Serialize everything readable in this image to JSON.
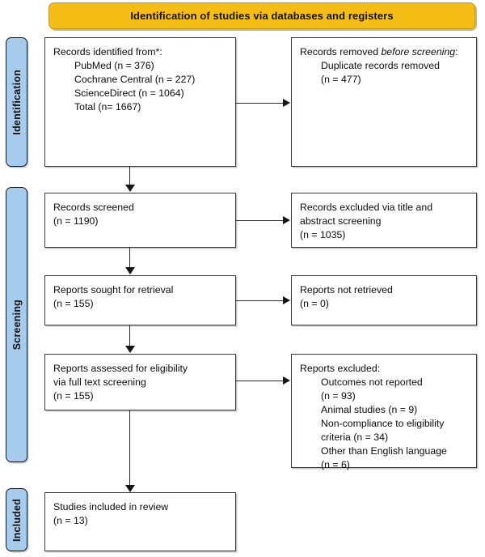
{
  "banner": {
    "title": "Identification of studies via databases and registers",
    "color": "#F5BE17"
  },
  "stages": [
    {
      "id": "identification",
      "label": "Identification",
      "color": "#A7CBEC"
    },
    {
      "id": "screening",
      "label": "Screening",
      "color": "#A7CBEC"
    },
    {
      "id": "included",
      "label": "Included",
      "color": "#A7CBEC"
    }
  ],
  "boxes": {
    "records_identified": {
      "lines": [
        "Records identified from*:",
        "PubMed (n = 376)",
        "Cochrane Central (n = 227)",
        "ScienceDirect (n = 1064)",
        "Total (n= 1667)"
      ],
      "heading": "Records identified from*:",
      "sources": [
        "PubMed (n = 376)",
        "Cochrane Central (n = 227)",
        "ScienceDirect (n = 1064)",
        "Total (n= 1667)"
      ]
    },
    "records_removed": {
      "heading_plain": "Records removed ",
      "heading_italic": "before screening",
      "heading_tail": ":",
      "items": [
        "Duplicate records removed",
        "(n = 477)"
      ]
    },
    "records_screened": {
      "lines": [
        "Records screened",
        "(n = 1190)"
      ]
    },
    "records_excluded": {
      "lines": [
        "Records excluded via title and",
        "abstract screening",
        "(n = 1035)"
      ]
    },
    "reports_sought": {
      "lines": [
        "Reports sought for retrieval",
        "(n = 155)"
      ]
    },
    "reports_not_retrieved": {
      "lines": [
        "Reports not retrieved",
        "(n = 0)"
      ]
    },
    "reports_assessed": {
      "lines": [
        "Reports assessed for eligibility",
        "via full text screening",
        "(n = 155)"
      ]
    },
    "reports_excluded": {
      "heading": "Reports excluded:",
      "reasons": [
        "Outcomes not reported",
        "(n = 93)",
        "Animal studies (n = 9)",
        "Non-compliance to eligibility",
        "criteria (n = 34)",
        "Other than English language",
        "(n = 6)"
      ]
    },
    "studies_included": {
      "lines": [
        "Studies included in review",
        "(n = 13)"
      ]
    }
  }
}
